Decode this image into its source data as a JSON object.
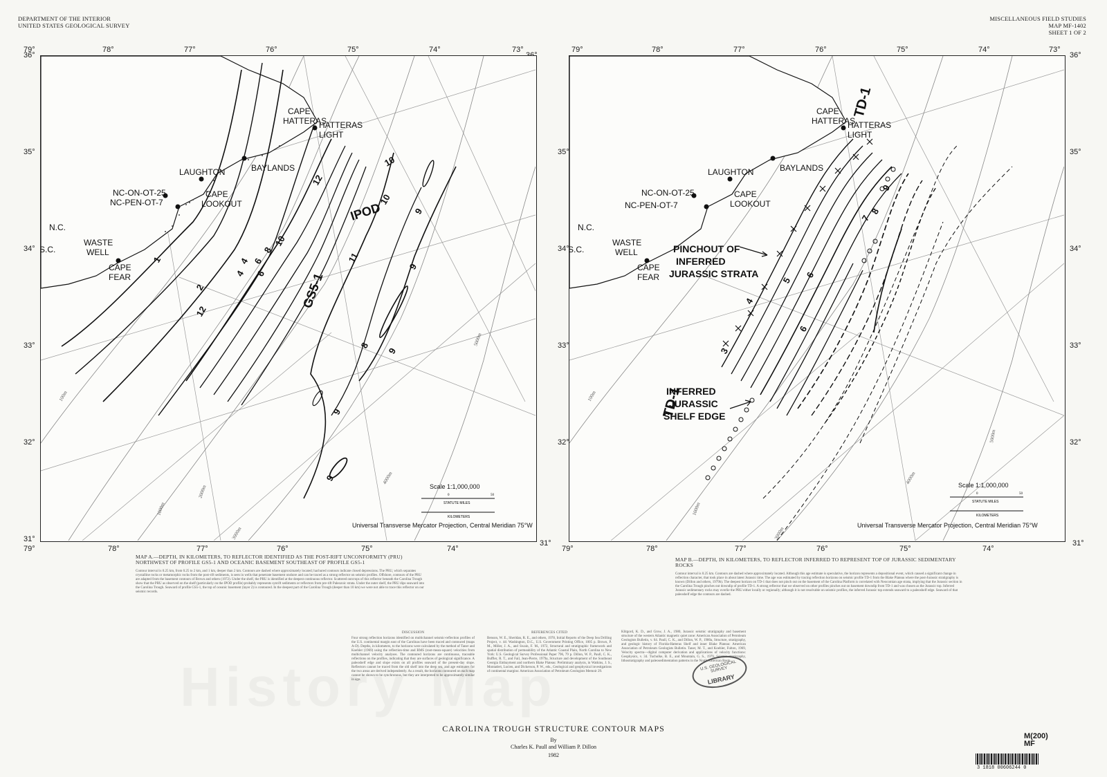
{
  "header": {
    "left_line1": "DEPARTMENT OF THE INTERIOR",
    "left_line2": "UNITED STATES GEOLOGICAL SURVEY",
    "right_line1": "MISCELLANEOUS FIELD STUDIES",
    "right_line2": "MAP MF-1402",
    "right_line3": "SHEET 1 OF 2"
  },
  "longitudes": [
    "79°",
    "78°",
    "77°",
    "76°",
    "75°",
    "74°",
    "73°"
  ],
  "latitudes": [
    "36°",
    "35°",
    "34°",
    "33°",
    "32°",
    "31°"
  ],
  "places": {
    "cape_hatteras_1": "CAPE",
    "cape_hatteras_2": "HATTERAS",
    "hatteras_light_1": "HATTERAS",
    "hatteras_light_2": "LIGHT",
    "laughton": "LAUGHTON",
    "baylands": "BAYLANDS",
    "nc_on": "NC-ON-OT-25",
    "nc_pen": "NC-PEN-OT-7",
    "cape_lookout_1": "CAPE",
    "cape_lookout_2": "LOOKOUT",
    "nc": "N.C.",
    "sc": "S.C.",
    "waste_well_1": "WASTE",
    "waste_well_2": "WELL",
    "cape_fear_1": "CAPE",
    "cape_fear_2": "FEAR"
  },
  "map_a": {
    "profile_gs5": "GS5-1",
    "profile_ipod": "IPOD",
    "contour_labels": [
      "1",
      "2",
      "4",
      "6",
      "8",
      "10",
      "12",
      "12",
      "11",
      "10",
      "9",
      "9",
      "9",
      "8",
      "9",
      "10",
      "6",
      "4",
      "9"
    ],
    "scale": "Scale 1:1,000,000",
    "statute_miles": "STATUTE MILES",
    "kilometers": "KILOMETERS",
    "scale_0": "0",
    "scale_50": "50",
    "projection": "Universal Transverse Mercator Projection, Central Meridian 75°W",
    "bathy": [
      "100m",
      "1000m",
      "2000m",
      "3000m",
      "4000m",
      "5000m"
    ],
    "caption_title": "MAP A.—DEPTH, IN KILOMETERS, TO REFLECTOR IDENTIFIED AS THE POST-RIFT UNCONFORMITY (PRU) NORTHWEST OF PROFILE GS5-1 AND OCEANIC BASEMENT SOUTHEAST OF PROFILE GS5-1",
    "caption_body": "Contour interval is 0.25 km, from 0.25 to 2 km, and 1 km, deeper than 2 km. Contours are dashed where approximately located; hachured contours indicate closed depressions. The PRU, which separates crystalline rocks or metamorphic rocks from the post-rift sediments, is seen in wells that penetrate basement onshore and can be traced as a strong reflector on seismic profiles. Offshore, contours of the PRU are adapted from the basement contours of Brown and others (1972). Under the shelf, the PRU is identified at the deepest continuous reflector. Scattered outcrops of this reflector beneath the Carolina Trough show that the PRU as observed on the shelf (particularly on the IPOD profile) probably represents synrift sediments or reflectors from pre-rift Paleozoic strata. Under the outer shelf, the PRU dips seaward into the Carolina Trough. Seaward of profile GS5-1, the top of oceanic basement (layer 2) is contoured. In the deepest part of the Carolina Trough (deeper than 10 km) we were not able to trace this reflector on our seismic records."
  },
  "map_b": {
    "profile_td1_top": "TD-1",
    "profile_td1_bottom": "TD-1",
    "pinchout_1": "PINCHOUT OF",
    "pinchout_2": "INFERRED",
    "pinchout_3": "JURASSIC STRATA",
    "shelf_1": "INFERRED",
    "shelf_2": "JURASSIC",
    "shelf_3": "SHELF EDGE",
    "contour_labels": [
      "3",
      "4",
      "5",
      "6",
      "6",
      "7",
      "8",
      "9"
    ],
    "scale": "Scale 1:1,000,000",
    "statute_miles": "STATUTE MILES",
    "kilometers": "KILOMETERS",
    "scale_0": "0",
    "scale_50": "50",
    "projection": "Universal Transverse Mercator Projection, Central Meridian 75°W",
    "bathy": [
      "100m",
      "1000m",
      "3000m",
      "4000m",
      "5000m"
    ],
    "caption_title": "MAP B.—DEPTH, IN KILOMETERS, TO REFLECTOR INFERRED TO REPRESENT TOP OF JURASSIC SEDIMENTARY ROCKS",
    "caption_body": "Contour interval is 0.25 km. Contours are dashed where approximately located. Although this age estimate is speculative, the horizon represents a depositional event, which caused a significant change in reflection character, that took place in about latest Jurassic time. The age was estimated by tracing reflection horizons on seismic profile TD-1 from the Blake Plateau where the post-Jurassic stratigraphy is known (Dillon and others, 1979b). The deepest horizon on TD-1 that does not pinch out on the basement of the Carolina Platform is correlated with Neocomian age strata, implying that the Jurassic section in the Carolina Trough pinches out downdip of profile TD-1. A strong reflector that we observed on other profiles pinches out on basement downdip from TD-1 and was chosen as the Jurassic top. Inferred Jurassic sedimentary rocks may overlie the PRU either locally or regionally; although it is not resolvable on seismic profiles, the inferred Jurassic top extends seaward to a paleoshelf edge. Seaward of that paleoshelf edge the contours are dashed."
  },
  "discussion": {
    "heading": "DISCUSSION",
    "body": "Four strong reflection horizons identified on multichannel seismic-reflection profiles of the U.S. continental margin east of the Carolinas have been traced and contoured (maps A-D). Depths, in kilometers, to the horizons were calculated by the method of Taner and Koehler (1969) using the reflection-time and RMS (root-mean-square) velocities from multichannel velocity analyses. The contoured horizons are continuous, traceable reflections on the profiles, indicating that they are surfaces of geological significance. A paleoshelf edge and slope exists on all profiles seaward of the present-day slope. Reflectors cannot be traced from the old shelf into the deep sea, and age estimates for the two areas are derived independently. As a result, the horizons contoured on each map cannot be shown to be synchronous, but they are interpreted to be approximately similar in age."
  },
  "references": {
    "heading": "REFERENCES CITED",
    "body": "Benson, W. E., Sheridan, R. E., and others, 1978, Initial Reports of the Deep Sea Drilling Project, v. 44: Washington, D.C., U.S. Government Printing Office, 1005 p. Brown, P. M., Miller, J. A., and Swain, F. M., 1972, Structural and stratigraphic framework and spatial distribution of permeability of the Atlantic Coastal Plain, North Carolina to New York: U.S. Geological Survey Professional Paper 796, 79 p. Dillon, W. P., Paull, C. K., Buffler, R. T., and Fail, Jean-Pierre, 1979a, Structure and development of the Southeast Georgia Embayment and northern Blake Plateau: Preliminary analysis, in Watkins, J. S., Montadert, Lucien, and Dickerson, P. W., eds., Geological and geophysical investigations of continental margins: American Association of Petroleum Geologists Memoir 29.",
    "body2": "Klitgord, K. D., and Grow, J. A., 1980, Jurassic seismic stratigraphy and basement structure of the western Atlantic magnetic quiet zone: American Association of Petroleum Geologists Bulletin, v. 64. Paull, C. K., and Dillon, W. P., 1980a, Structure, stratigraphy, and geologic history of Florida-Hatteras Shelf and inner Blake Plateau: American Association of Petroleum Geologists Bulletin. Taner, M. T., and Koehler, Fulton, 1969, Velocity spectra—digital computer derivation and applications of velocity functions: Geophysics, v. 34. Tucholke, B. E., and Mountain, G. S., 1979, Seismic stratigraphy, lithostratigraphy and paleosedimentation patterns in the North American Basin."
  },
  "title": {
    "main": "CAROLINA TROUGH STRUCTURE CONTOUR MAPS",
    "by": "By",
    "authors": "Charles K. Paull and William P. Dillon",
    "year": "1982"
  },
  "stamp": {
    "line1": "U.S. GEOLOGICAL SURVEY",
    "line2": "LIBRARY"
  },
  "catalog": {
    "code_line1": "M(200)",
    "code_line2": "MF",
    "barcode_number": "3 1818 00606244 0"
  }
}
